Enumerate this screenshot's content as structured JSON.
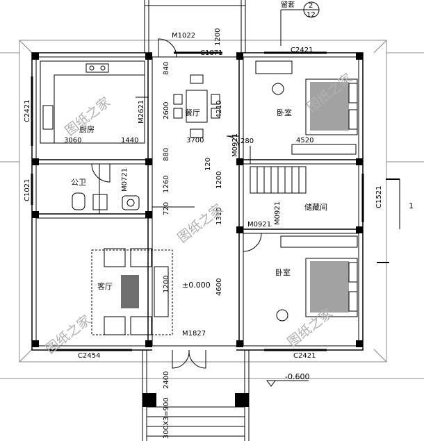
{
  "rooms": {
    "kitchen": "厨房",
    "dining": "餐厅",
    "bedroom_top": "卧室",
    "bathroom": "公卫",
    "storage": "储藏间",
    "living": "客厅",
    "bedroom_bottom": "卧室"
  },
  "windows": {
    "c1871": "C1871",
    "c2421_top": "C2421",
    "c2421_left": "C2421",
    "c1021": "C1021",
    "c1521": "C1521",
    "c2454": "C2454",
    "c2421_bottom": "C2421"
  },
  "doors": {
    "m1022": "M1022",
    "m2621": "M2621",
    "m0721": "M0721",
    "m0921_a": "M0921",
    "m0921_b": "M0921",
    "m0921_c": "M0921",
    "m1827": "M1827"
  },
  "dimensions": {
    "d1200_top": "1200",
    "d840": "840",
    "d2600": "2600",
    "d880": "880",
    "d1260": "1260",
    "d720": "720",
    "d2400": "2400",
    "d3x300": "300X3=900",
    "d3060": "3060",
    "d1440": "1440",
    "d3700": "3700",
    "d4520": "4520",
    "d2280": "280",
    "d4210": "4210",
    "d120": "120",
    "d1200_mid": "1200",
    "d4600": "4600",
    "d1310": "1310",
    "d1200_left": "1200"
  },
  "elevations": {
    "floor": "±0.000",
    "outside": "-0.600"
  },
  "annotations": {
    "detail_label": "留套",
    "detail_num": "2",
    "detail_sheet": "12",
    "axis_right": "1"
  },
  "watermarks": [
    "图纸之家",
    "图纸之家",
    "图纸之家",
    "图纸之家",
    "图纸之家"
  ]
}
